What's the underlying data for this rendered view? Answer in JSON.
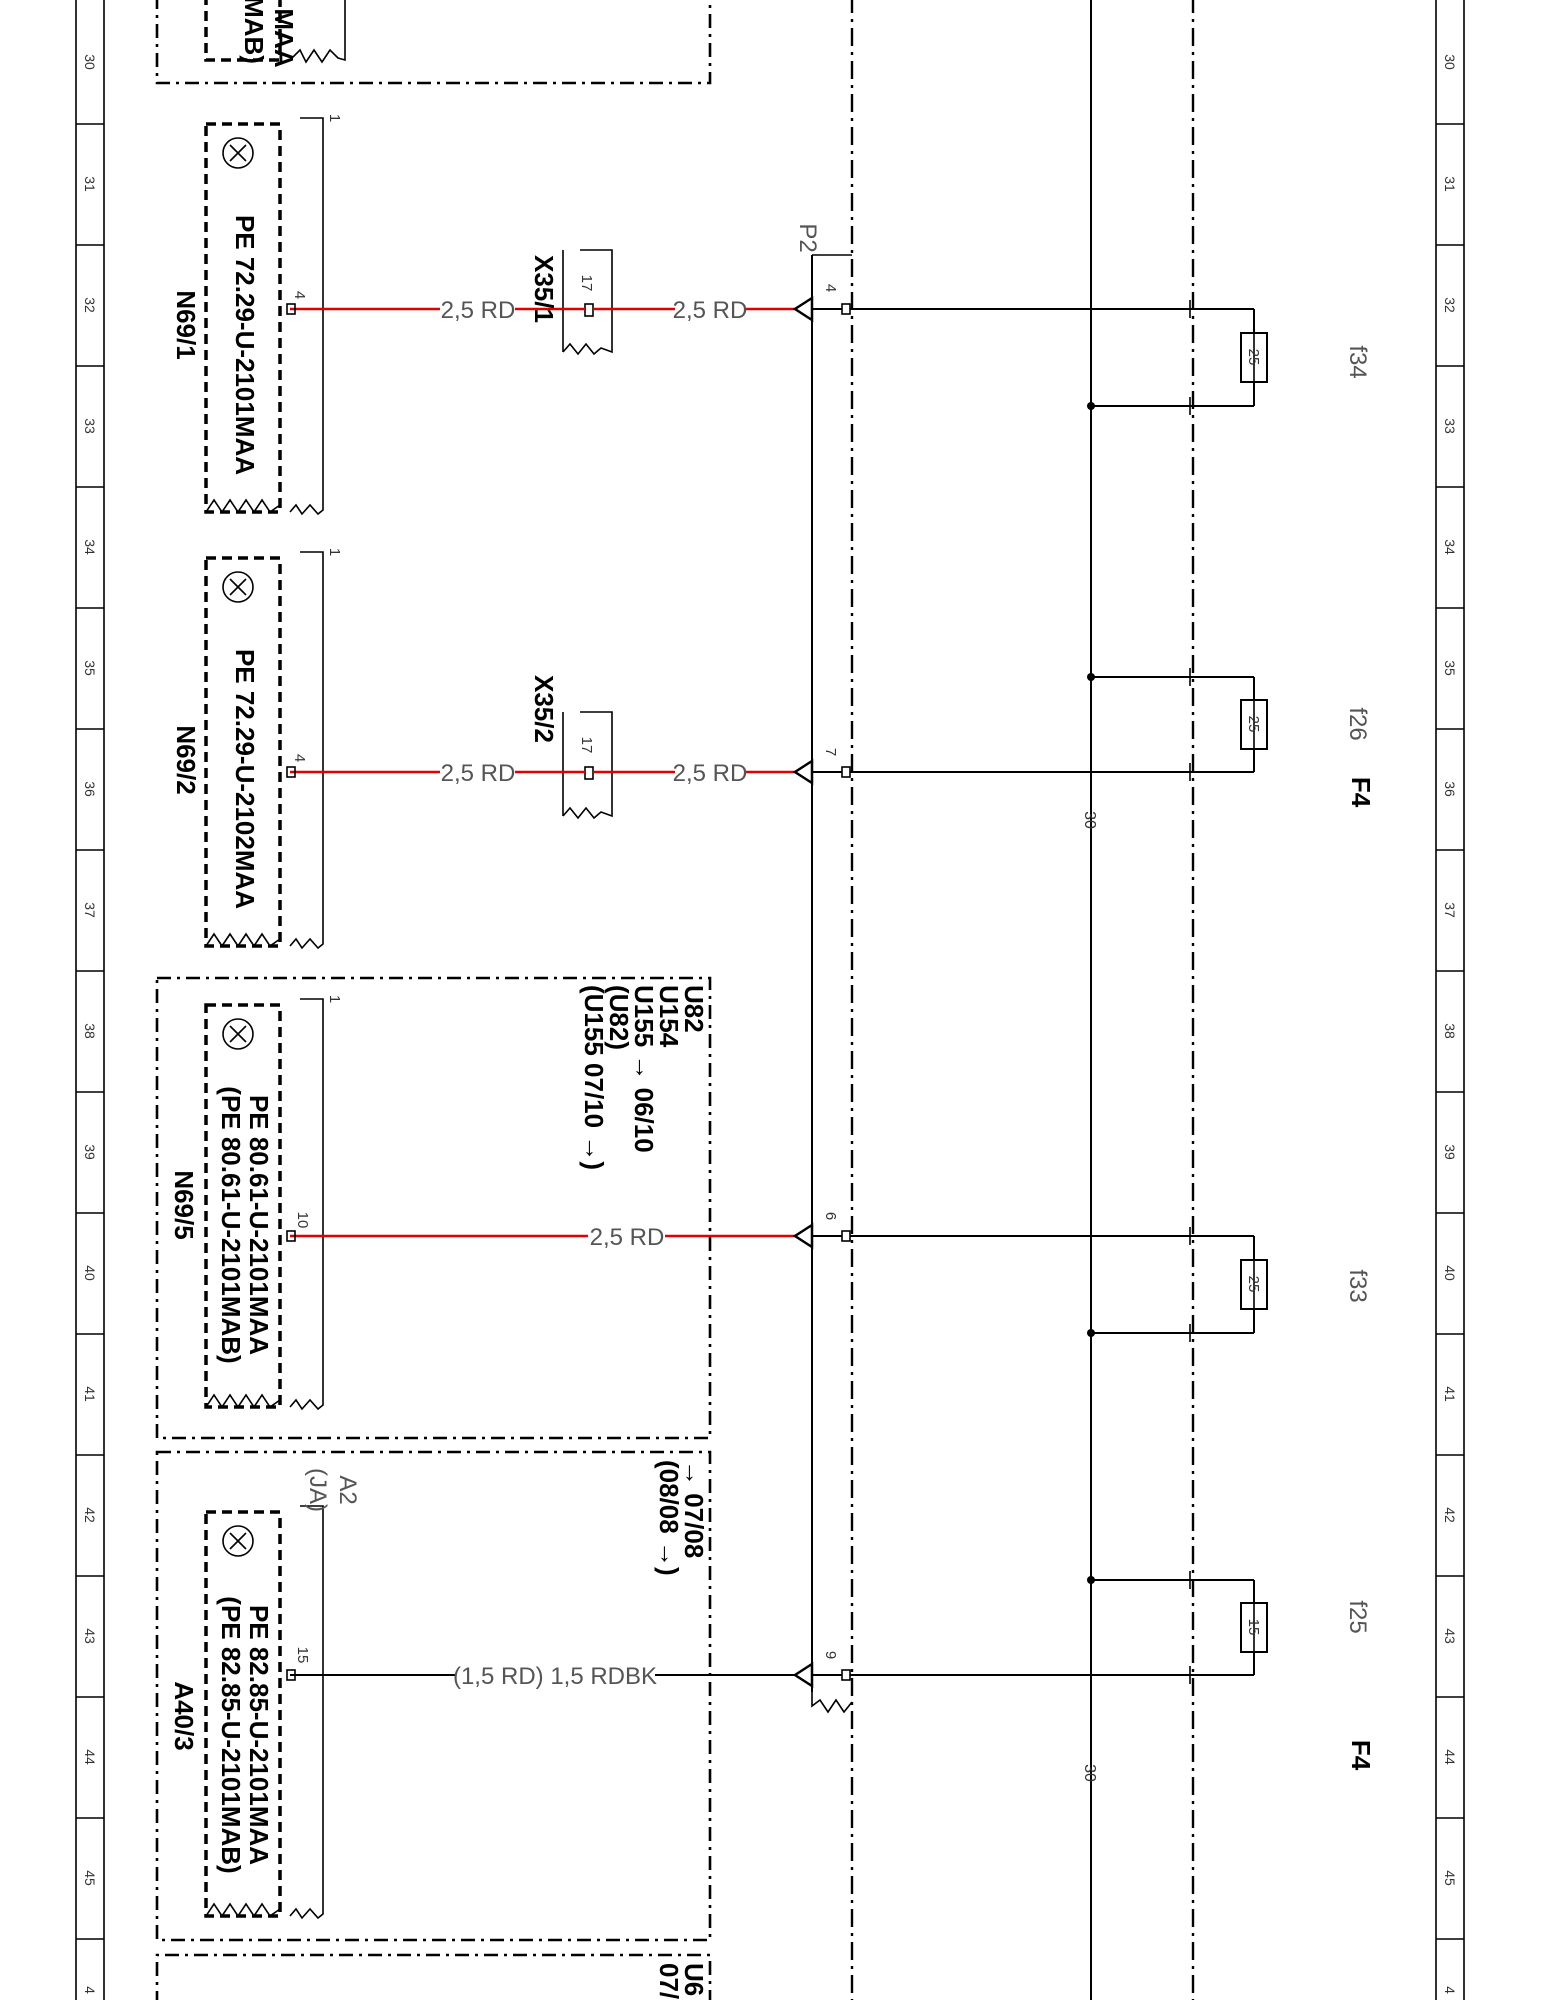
{
  "rulers": {
    "left": [
      "30",
      "31",
      "32",
      "33",
      "34",
      "35",
      "36",
      "37",
      "38",
      "39",
      "40",
      "41",
      "42",
      "43",
      "44",
      "45",
      "4"
    ],
    "right": [
      "30",
      "31",
      "32",
      "33",
      "34",
      "35",
      "36",
      "37",
      "38",
      "39",
      "40",
      "41",
      "42",
      "43",
      "44",
      "45",
      "4"
    ]
  },
  "top_component": {
    "lines": [
      "MAA",
      "MAB)"
    ]
  },
  "components": [
    {
      "id": "N69/1",
      "lines": [
        "PE  72.29-U-2101MAA"
      ],
      "pin_top": "1",
      "pin_wire": "4"
    },
    {
      "id": "N69/2",
      "lines": [
        "PE  72.29-U-2102MAA"
      ],
      "pin_top": "1",
      "pin_wire": "4"
    },
    {
      "id": "N69/5",
      "lines": [
        "PE  80.61-U-2101MAA",
        "(PE  80.61-U-2101MAB)"
      ],
      "pin_top": "1",
      "pin_wire": "10"
    },
    {
      "id": "A40/3",
      "lines": [
        "PE  82.85-U-2101MAA",
        "(PE  82.85-U-2101MAB)"
      ],
      "pin_top": "A2",
      "pin_top_sub": "(JA)",
      "pin_wire": "15"
    }
  ],
  "connectors": [
    {
      "id": "X35/1",
      "pin": "17"
    },
    {
      "id": "X35/2",
      "pin": "17"
    }
  ],
  "wires": [
    {
      "a": "2,5 RD",
      "b": "2,5 RD",
      "plug_pin": "4"
    },
    {
      "a": "2,5 RD",
      "b": "2,5 RD",
      "plug_pin": "7"
    },
    {
      "a": "2,5 RD",
      "plug_pin": "6"
    },
    {
      "a": "(1,5 RD) 1,5 RDBK",
      "plug_pin": "9"
    }
  ],
  "plug": "P2",
  "variants": {
    "box3": [
      "U82",
      "U154",
      "U155  → 06/10",
      "(U82)",
      "(U155  07/10 →)"
    ],
    "box4": [
      "→ 07/08",
      "(08/08 →)"
    ],
    "box5": [
      "U6",
      "07/"
    ]
  },
  "fuses": [
    {
      "name": "f34",
      "rating": "25"
    },
    {
      "name": "f26",
      "rating": "25"
    },
    {
      "name": "f33",
      "rating": "25"
    },
    {
      "name": "f25",
      "rating": "15"
    }
  ],
  "fuse_box": "F4",
  "terminal": "30"
}
